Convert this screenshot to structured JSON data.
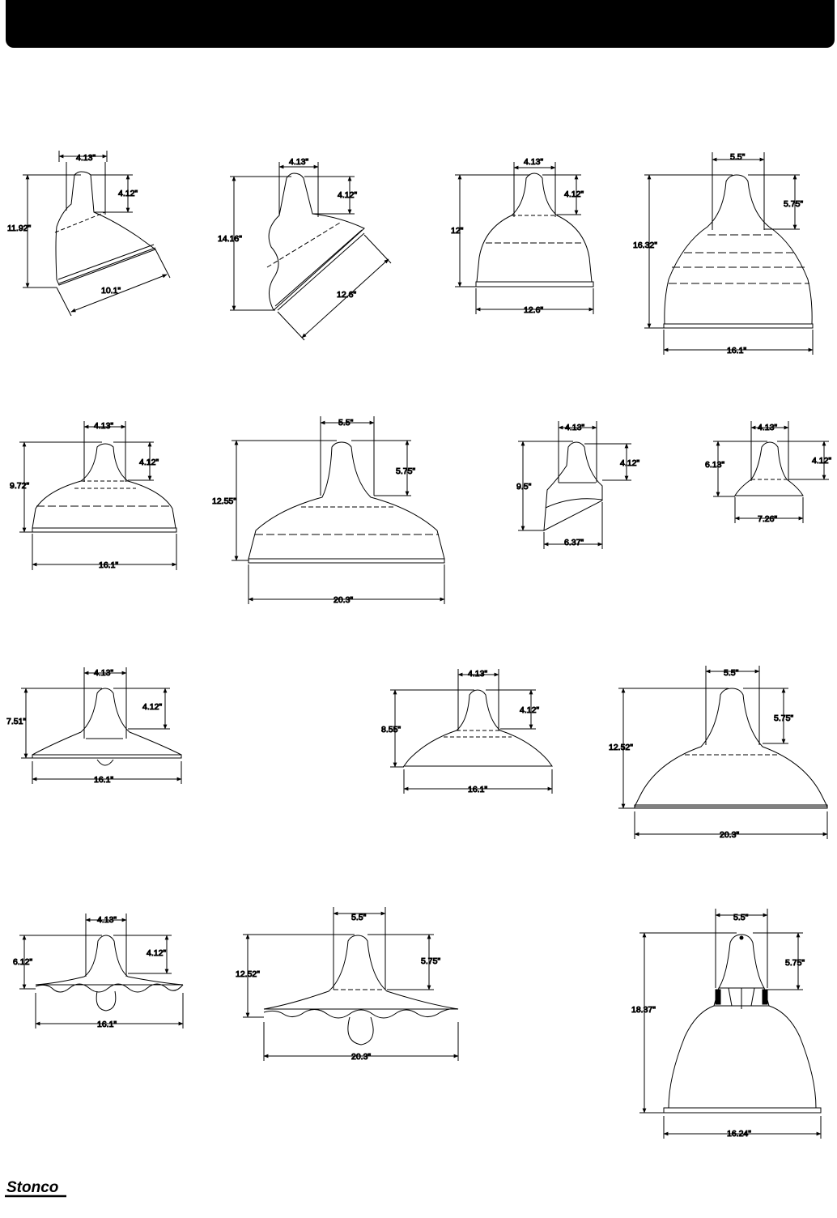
{
  "brand": {
    "name": "Stonco"
  },
  "shades": [
    {
      "id": "r1c1",
      "top": "4.13\"",
      "neck": "4.12\"",
      "height": "11.92\"",
      "width": "10.1\""
    },
    {
      "id": "r1c2",
      "top": "4.13\"",
      "neck": "4.12\"",
      "height": "14.16\"",
      "width": "12.6\""
    },
    {
      "id": "r1c3",
      "top": "4.13\"",
      "neck": "4.12\"",
      "height": "12\"",
      "width": "12.6\""
    },
    {
      "id": "r1c4",
      "top": "5.5\"",
      "neck": "5.75\"",
      "height": "16.32\"",
      "width": "16.1\""
    },
    {
      "id": "r2c1",
      "top": "4.13\"",
      "neck": "4.12\"",
      "height": "9.72\"",
      "width": "16.1\""
    },
    {
      "id": "r2c2",
      "top": "5.5\"",
      "neck": "5.75\"",
      "height": "12.55\"",
      "width": "20.3\""
    },
    {
      "id": "r2c3",
      "top": "4.13\"",
      "neck": "4.12\"",
      "height": "9.5\"",
      "width": "6.37\""
    },
    {
      "id": "r2c4",
      "top": "4.13\"",
      "neck": "4.12\"",
      "height": "6.13\"",
      "width": "7.26\""
    },
    {
      "id": "r3c1",
      "top": "4.13\"",
      "neck": "4.12\"",
      "height": "7.51\"",
      "width": "16.1\""
    },
    {
      "id": "r3c2",
      "top": "4.13\"",
      "neck": "4.12\"",
      "height": "8.55\"",
      "width": "16.1\""
    },
    {
      "id": "r3c3",
      "top": "5.5\"",
      "neck": "5.75\"",
      "height": "12.52\"",
      "width": "20.3\""
    },
    {
      "id": "r4c1",
      "top": "4.13\"",
      "neck": "4.12\"",
      "height": "6.12\"",
      "width": "16.1\""
    },
    {
      "id": "r4c2",
      "top": "5.5\"",
      "neck": "5.75\"",
      "height": "12.52\"",
      "width": "20.3\""
    },
    {
      "id": "r4c3",
      "top": "5.5\"",
      "neck": "5.75\"",
      "height": "18.37\"",
      "width": "16.24\""
    }
  ]
}
